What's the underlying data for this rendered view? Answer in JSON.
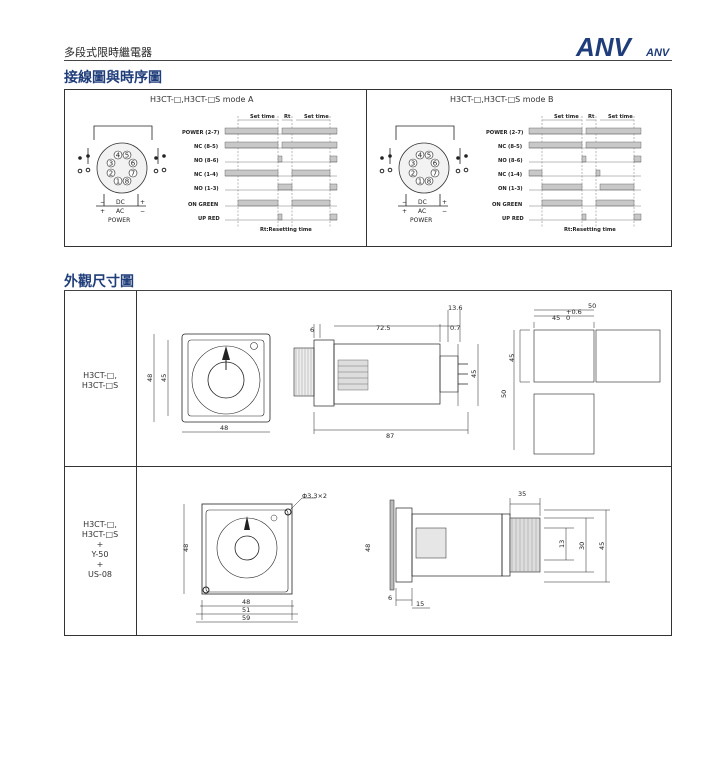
{
  "header": {
    "category": "多段式限時繼電器",
    "logo_text": "ANV",
    "logo_small": "ANV"
  },
  "section1": {
    "title": "接線圖與時序圖",
    "mode_a": "H3CT-□,H3CT-□S mode A",
    "mode_b": "H3CT-□,H3CT-□S mode B",
    "pins": [
      "1",
      "2",
      "3",
      "4",
      "5",
      "6",
      "7",
      "8"
    ],
    "dc_label": "DC",
    "ac_label": "AC",
    "power_label": "POWER",
    "plus": "+",
    "minus": "−",
    "signals_a": [
      "POWER (2-7)",
      "NC (8-5)",
      "NO (8-6)",
      "NC (1-4)",
      "NO (1-3)",
      "ON GREEN",
      "UP RED"
    ],
    "signals_b": [
      "POWER (2-7)",
      "NC (8-5)",
      "NO (8-6)",
      "NC (1-4)",
      "ON (1-3)",
      "ON GREEN",
      "UP RED"
    ],
    "set_time": "Set time",
    "rt": "Rt",
    "resetting": "Rt:Resetting time"
  },
  "section2": {
    "title": "外觀尺寸圖",
    "row1_label": [
      "H3CT-□,",
      "H3CT-□S"
    ],
    "row2_label": [
      "H3CT-□,",
      "H3CT-□S",
      "+",
      "Y-50",
      "+",
      "US-08"
    ],
    "dims_row1": {
      "w48": "48",
      "h45": "45",
      "h48": "48",
      "d6": "6",
      "d72": "72.5",
      "d13": "13.6",
      "d07": "0.7",
      "d87": "87",
      "s45": "45",
      "p50": "50",
      "p45": "45",
      "tol": "+0.6",
      "tol0": "0",
      "p50b": "50",
      "p45b": "45"
    },
    "dims_row2": {
      "hole": "Φ3.3×2",
      "h48": "48",
      "w48": "48",
      "w51": "51",
      "w59": "59",
      "sh48": "48",
      "d6": "6",
      "d15": "15",
      "d35": "35",
      "d13": "13",
      "d30": "30",
      "d45": "45"
    }
  }
}
